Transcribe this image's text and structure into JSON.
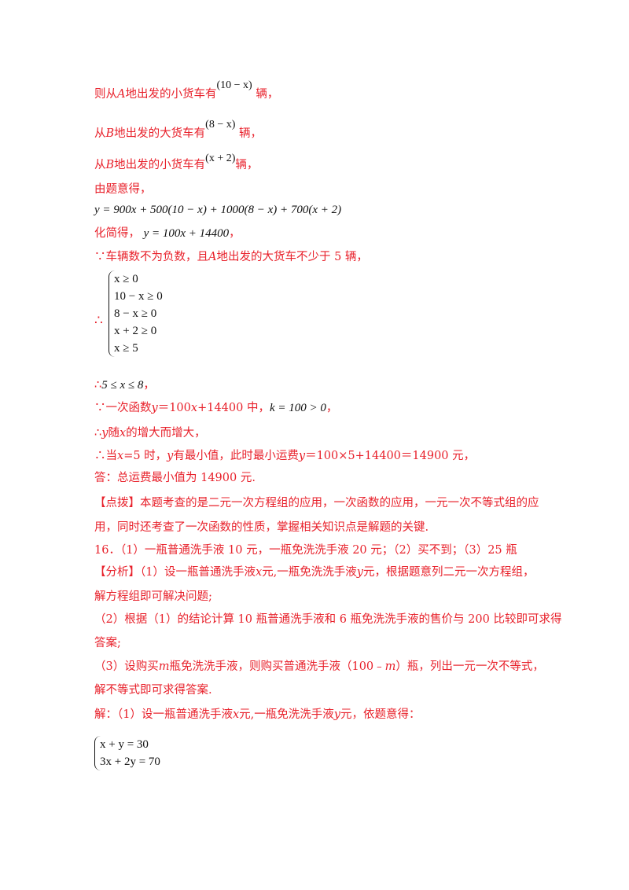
{
  "lines": {
    "l1a": "则从",
    "l1b": "A",
    "l1c": "地出发的小货车有",
    "l1m": "(10 − x)",
    "l1d": "辆，",
    "l2a": "从",
    "l2b": "B",
    "l2c": "地出发的大货车有",
    "l2m": "(8 − x)",
    "l2d": "辆，",
    "l3a": "从",
    "l3b": "B",
    "l3c": "地出发的小货车有",
    "l3m": "(x + 2)",
    "l3d": "辆，",
    "l4": "由题意得，",
    "l5": "y = 900x + 500(10 − x) + 1000(8 − x) + 700(x + 2)",
    "l6a": "化简得，",
    "l6m": "y = 100x + 14400",
    "l6b": "，",
    "l7a": "∵车辆数不为负数，且",
    "l7b": "A",
    "l7c": "地出发的大货车不少于 5 辆，",
    "l8a": "∴",
    "l8m": "5 ≤ x ≤ 8",
    "l8b": "，",
    "l9a": "∵一次函数",
    "l9b": "y",
    "l9c": "＝100",
    "l9d": "x",
    "l9e": "+14400 中，",
    "l9m": "k = 100 > 0",
    "l9f": "，",
    "l10a": "∴",
    "l10b": "y",
    "l10c": "随",
    "l10d": "x",
    "l10e": "的增大而增大，",
    "l11a": "∴当",
    "l11b": "x",
    "l11c": "=5 时，",
    "l11d": "y",
    "l11e": "有最小值，此时最小运费",
    "l11f": "y",
    "l11g": "＝100×5+14400＝14900 元，",
    "l12": "答：总运费最小值为 14900 元.",
    "l13a": "【点拨】",
    "l13b": "本题考查的是二元一次方程组的应用，一次函数的应用，一元一次不等式组的应",
    "l14": "用，同时还考查了一次函数的性质，掌握相关知识点是解题的关键.",
    "l15": "16．（1）一瓶普通洗手液 10 元，一瓶免洗洗手液 20 元；（2）买不到；（3）25 瓶",
    "l16a": "【分析】",
    "l16b": "（1）设一瓶普通洗手液",
    "l16c": "x",
    "l16d": "元,一瓶免洗洗手液",
    "l16e": "y",
    "l16f": "元，根据题意列二元一次方程组，",
    "l17": "解方程组即可解决问题;",
    "l18": "（2）根据（1）的结论计算 10 瓶普通洗手液和 6 瓶免洗洗手液的售价与 200 比较即可求得",
    "l19": "答案;",
    "l20a": "（3）设购买",
    "l20b": "m",
    "l20c": "瓶免洗洗手液，则购买普通洗手液（100﹣",
    "l20d": "m",
    "l20e": "）瓶，列出一元一次不等式，",
    "l21": "解不等式即可求得答案.",
    "l22a": "解：（1）设一瓶普通洗手液",
    "l22b": "x",
    "l22c": "元,一瓶免洗洗手液",
    "l22d": "y",
    "l22e": "元，依题意得："
  },
  "system1": {
    "therefore": "∴",
    "rows": [
      "x ≥ 0",
      "10 − x ≥ 0",
      "8 − x ≥ 0",
      "x + 2 ≥ 0",
      "x ≥ 5"
    ]
  },
  "system2": {
    "rows": [
      "x + y = 30",
      "3x + 2y = 70"
    ]
  },
  "colors": {
    "red": "#e8212b",
    "math": "#111111"
  }
}
